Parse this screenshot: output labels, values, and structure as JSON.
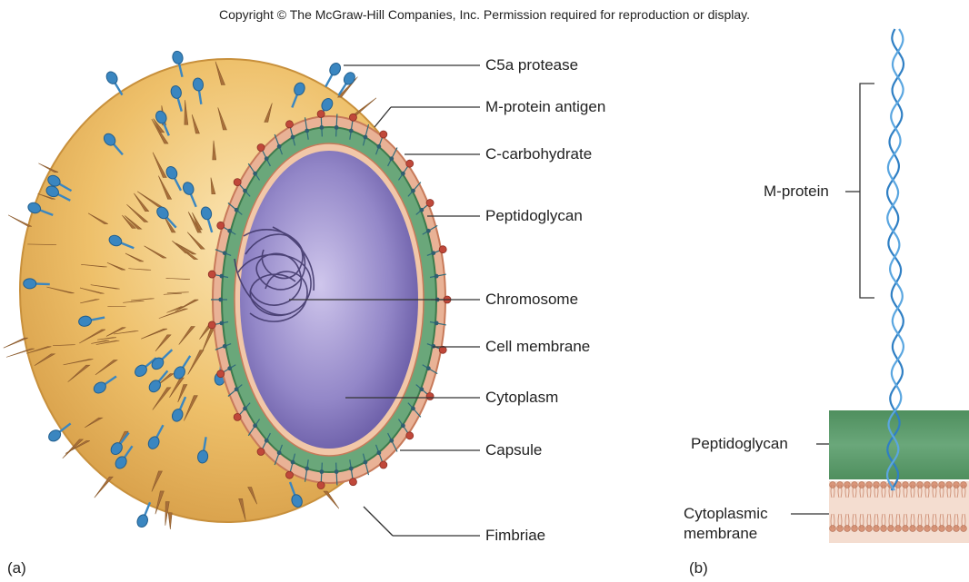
{
  "copyright": "Copyright © The McGraw-Hill Companies, Inc. Permission required for reproduction or display.",
  "panel_a": {
    "tag": "(a)",
    "labels": {
      "c5a": "C5a protease",
      "mprotein_antigen": "M-protein antigen",
      "c_carb": "C-carbohydrate",
      "peptidoglycan": "Peptidoglycan",
      "chromosome": "Chromosome",
      "cell_membrane": "Cell membrane",
      "cytoplasm": "Cytoplasm",
      "capsule": "Capsule",
      "fimbriae": "Fimbriae"
    }
  },
  "panel_b": {
    "tag": "(b)",
    "labels": {
      "mprotein": "M-protein",
      "peptidoglycan": "Peptidoglycan",
      "membrane_line1": "Cytoplasmic",
      "membrane_line2": "membrane"
    }
  },
  "colors": {
    "capsule": "#e8b860",
    "capsule_light": "#f7dca0",
    "cell_wall": "#5fa070",
    "cytoplasm": "#7e6fb8",
    "cytoplasm_light": "#c7bee6",
    "c5a": "#3a86c0",
    "fimbriae": "#a9703a",
    "m_protein": "#3a86c8",
    "membrane": "#e6a07c"
  }
}
